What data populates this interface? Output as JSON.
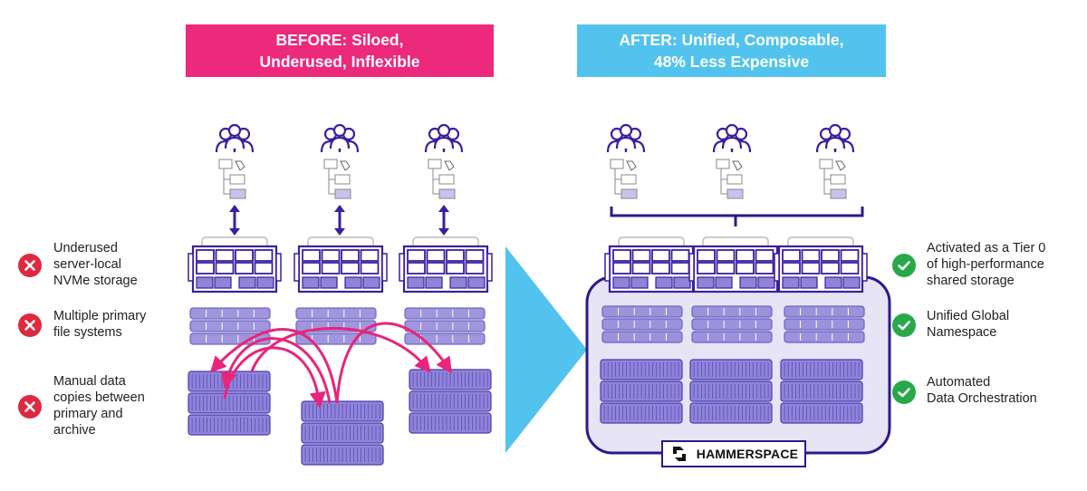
{
  "before": {
    "title_line1": "BEFORE: Siloed,",
    "title_line2": "Underused, Inflexible",
    "color": "#ec297b",
    "issues": [
      {
        "icon": "x-circle-icon",
        "lines": [
          "Underused",
          "server-local",
          "NVMe storage"
        ]
      },
      {
        "icon": "x-circle-icon",
        "lines": [
          "Multiple primary",
          "file systems"
        ]
      },
      {
        "icon": "x-circle-icon",
        "lines": [
          "Manual data",
          "copies between",
          "primary and",
          "archive"
        ]
      }
    ]
  },
  "after": {
    "title_line1": "AFTER: Unified, Composable,",
    "title_line2": "48% Less Expensive",
    "color": "#52c3ee",
    "benefits": [
      {
        "icon": "check-circle-icon",
        "lines": [
          "Activated as a Tier 0",
          "of high-performance",
          "shared storage"
        ]
      },
      {
        "icon": "check-circle-icon",
        "lines": [
          "Unified Global",
          "Namespace"
        ]
      },
      {
        "icon": "check-circle-icon",
        "lines": [
          "Automated",
          "Data Orchestration"
        ]
      }
    ],
    "brand": "HAMMERSPACE"
  },
  "colors": {
    "server_stroke": "#3a1fa0",
    "server_fill": "#8f84d8",
    "arrow_pink": "#e8257a",
    "transition_arrow": "#52c3ee",
    "namespace_fill": "#e6e4f5",
    "namespace_stroke": "#2a1a8c"
  }
}
